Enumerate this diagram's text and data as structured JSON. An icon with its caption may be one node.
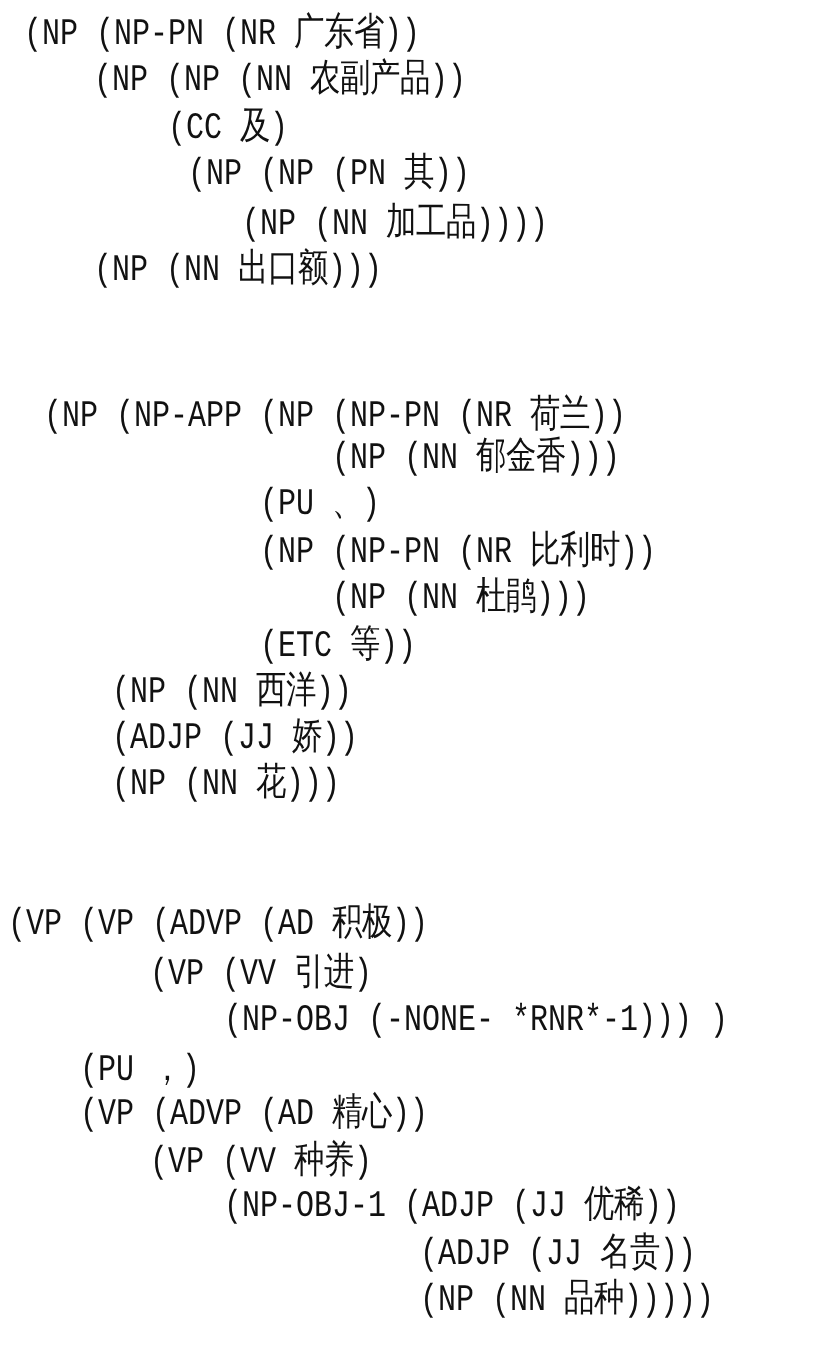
{
  "diagram": {
    "labels": [
      "(NP (NP-PN (NR 广东省))",
      "(NP (NP (NN 农副产品))",
      "(CC 及)",
      "(NP (NP (PN 其))",
      "(NP (NN 加工品))))",
      "(NP (NN 出口额)))",
      "(NP (NP-APP (NP (NP-PN (NR 荷兰))",
      "(NP (NN 郁金香)))",
      "(PU 、)",
      "(NP (NP-PN (NR 比利时))",
      "(NP (NN 杜鹃)))",
      "(ETC 等))",
      "(NP (NN 西洋))",
      "(ADJP (JJ 娇))",
      "(NP (NN 花)))",
      "(VP (VP (ADVP (AD 积极))",
      "(VP (VV 引进)",
      "(NP-OBJ (-NONE- *RNR*-1))) )",
      "(PU ，)",
      "(VP (ADVP (AD 精心))",
      "(VP (VV 种养)",
      "(NP-OBJ-1 (ADJP (JJ 优稀))",
      "(ADJP (JJ 名贵))",
      "(NP (NN 品种)))))"
    ]
  }
}
